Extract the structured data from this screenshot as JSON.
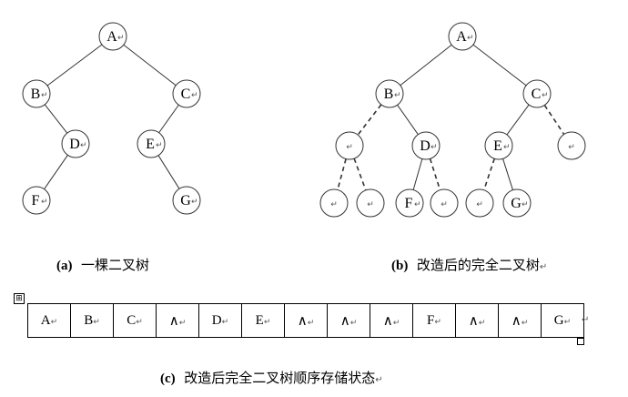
{
  "tree_a": {
    "caption_tag": "(a)",
    "caption_text": "一棵二叉树",
    "nodes": [
      {
        "id": "A",
        "label": "A"
      },
      {
        "id": "B",
        "label": "B"
      },
      {
        "id": "C",
        "label": "C"
      },
      {
        "id": "D",
        "label": "D"
      },
      {
        "id": "E",
        "label": "E"
      },
      {
        "id": "F",
        "label": "F"
      },
      {
        "id": "G",
        "label": "G"
      }
    ],
    "edges": [
      [
        "A",
        "B"
      ],
      [
        "A",
        "C"
      ],
      [
        "B",
        "D"
      ],
      [
        "C",
        "E"
      ],
      [
        "D",
        "F"
      ],
      [
        "E",
        "G"
      ]
    ]
  },
  "tree_b": {
    "caption_tag": "(b)",
    "caption_text": "改造后的完全二叉树",
    "nodes": [
      {
        "id": "A",
        "label": "A"
      },
      {
        "id": "B",
        "label": "B"
      },
      {
        "id": "C",
        "label": "C"
      },
      {
        "id": "v1",
        "label": ""
      },
      {
        "id": "D",
        "label": "D"
      },
      {
        "id": "E",
        "label": "E"
      },
      {
        "id": "v2",
        "label": ""
      },
      {
        "id": "v3",
        "label": ""
      },
      {
        "id": "v4",
        "label": ""
      },
      {
        "id": "F",
        "label": "F"
      },
      {
        "id": "v5",
        "label": ""
      },
      {
        "id": "v6",
        "label": ""
      },
      {
        "id": "G",
        "label": "G"
      }
    ],
    "edges": [
      {
        "from": "A",
        "to": "B",
        "style": "solid"
      },
      {
        "from": "A",
        "to": "C",
        "style": "solid"
      },
      {
        "from": "B",
        "to": "v1",
        "style": "dashed"
      },
      {
        "from": "B",
        "to": "D",
        "style": "solid"
      },
      {
        "from": "C",
        "to": "E",
        "style": "solid"
      },
      {
        "from": "C",
        "to": "v2",
        "style": "dashed"
      },
      {
        "from": "v1",
        "to": "v3",
        "style": "dashed"
      },
      {
        "from": "v1",
        "to": "v4",
        "style": "dashed"
      },
      {
        "from": "D",
        "to": "F",
        "style": "solid"
      },
      {
        "from": "D",
        "to": "v5",
        "style": "dashed"
      },
      {
        "from": "E",
        "to": "v6",
        "style": "dashed"
      },
      {
        "from": "E",
        "to": "G",
        "style": "solid"
      }
    ]
  },
  "storage": {
    "caption_tag": "(c)",
    "caption_text": "改造后完全二叉树顺序存储状态",
    "cells": [
      "A",
      "B",
      "C",
      "∧",
      "D",
      "E",
      "∧",
      "∧",
      "∧",
      "F",
      "∧",
      "∧",
      "G"
    ],
    "table_handle": "⊞"
  },
  "paragraph_mark": "↵"
}
